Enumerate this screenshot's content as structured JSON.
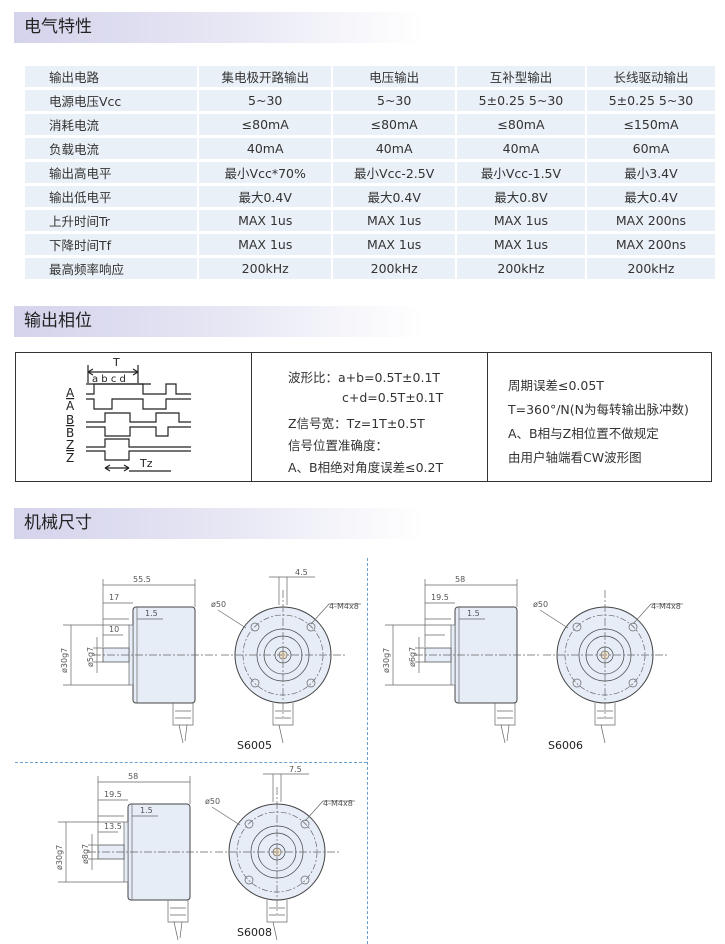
{
  "sections": {
    "electrical": "电气特性",
    "phase": "输出相位",
    "mechanical": "机械尺寸"
  },
  "spec_table": {
    "rows": [
      [
        "输出电路",
        "集电极开路输出",
        "电压输出",
        "互补型输出",
        "长线驱动输出"
      ],
      [
        "电源电压Vcc",
        "5~30",
        "5~30",
        "5±0.25  5~30",
        "5±0.25  5~30"
      ],
      [
        "消耗电流",
        "≤80mA",
        "≤80mA",
        "≤80mA",
        "≤150mA"
      ],
      [
        "负载电流",
        "40mA",
        "40mA",
        "40mA",
        "60mA"
      ],
      [
        "输出高电平",
        "最小Vcc*70%",
        "最小Vcc-2.5V",
        "最小Vcc-1.5V",
        "最小3.4V"
      ],
      [
        "输出低电平",
        "最大0.4V",
        "最大0.4V",
        "最大0.8V",
        "最大0.4V"
      ],
      [
        "上升时间Tr",
        "MAX 1us",
        "MAX 1us",
        "MAX 1us",
        "MAX 200ns"
      ],
      [
        "下降时间Tf",
        "MAX 1us",
        "MAX 1us",
        "MAX 1us",
        "MAX 200ns"
      ],
      [
        "最高频率响应",
        "200kHz",
        "200kHz",
        "200kHz",
        "200kHz"
      ]
    ]
  },
  "phase": {
    "waveform_labels": {
      "T": "T",
      "abcd": "a b c d",
      "A": "A",
      "A_bar": "A",
      "B": "B",
      "B_bar": "B",
      "Z": "Z",
      "Z_bar": "Z",
      "Tz": "Tz"
    },
    "middle": [
      "波形比：a+b=0.5T±0.1T",
      "c+d=0.5T±0.1T",
      "Z信号宽：Tz=1T±0.5T",
      "信号位置准确度：",
      "A、B相绝对角度误差≤0.2T"
    ],
    "right": [
      "周期误差≤0.05T",
      "T=360°/N(N为每转输出脉冲数)",
      "A、B相与Z相位置不做规定",
      "由用户轴端看CW波形图"
    ]
  },
  "drawings": [
    {
      "model": "S6005",
      "length": "55.5",
      "flange": "17",
      "step": "1.5",
      "shaft_len": "10",
      "outer_dia": "ø30g7",
      "shaft_dia": "ø5g7",
      "front_dim": "4.5",
      "dia": "ø50",
      "holes": "4-M4x8"
    },
    {
      "model": "S6006",
      "length": "58",
      "flange": "19.5",
      "step": "1.5",
      "shaft_len": "",
      "outer_dia": "ø30g7",
      "shaft_dia": "ø6g7",
      "front_dim": "",
      "dia": "ø50",
      "holes": "4-M4x8"
    },
    {
      "model": "S6008",
      "length": "58",
      "flange": "19.5",
      "step": "1.5",
      "shaft_len": "13.5",
      "outer_dia": "ø30g7",
      "shaft_dia": "ø8g7",
      "front_dim": "7.5",
      "dia": "ø50",
      "holes": "4-M4x8"
    }
  ]
}
